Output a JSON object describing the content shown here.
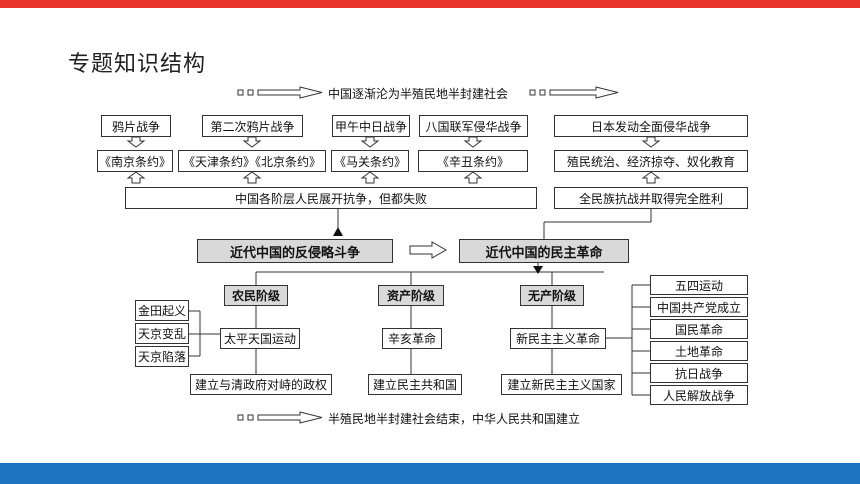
{
  "title": "专题知识结构",
  "top_caption": "中国逐渐沦为半殖民地半封建社会",
  "bottom_caption": "半殖民地半封建社会结束，中华人民共和国建立",
  "wars": [
    "鸦片战争",
    "第二次鸦片战争",
    "甲午中日战争",
    "八国联军侵华战争",
    "日本发动全面侵华战争"
  ],
  "treaties": [
    "《南京条约》",
    "《天津条约》《北京条约》",
    "《马关条约》",
    "《辛丑条约》",
    "殖民统治、经济掠夺、奴化教育"
  ],
  "resistance_left": "中国各阶层人民展开抗争，但都失败",
  "resistance_right": "全民族抗战并取得完全胜利",
  "center_left": "近代中国的反侵略斗争",
  "center_right": "近代中国的民主革命",
  "classes": [
    "农民阶级",
    "资产阶级",
    "无产阶级"
  ],
  "peasant_events": [
    "金田起义",
    "天京变乱",
    "天京陷落"
  ],
  "movements": [
    "太平天国运动",
    "辛亥革命",
    "新民主主义革命"
  ],
  "results": [
    "建立与清政府对峙的政权",
    "建立民主共和国",
    "建立新民主主义国家"
  ],
  "proletarian_events": [
    "五四运动",
    "中国共产党成立",
    "国民革命",
    "土地革命",
    "抗日战争",
    "人民解放战争"
  ]
}
